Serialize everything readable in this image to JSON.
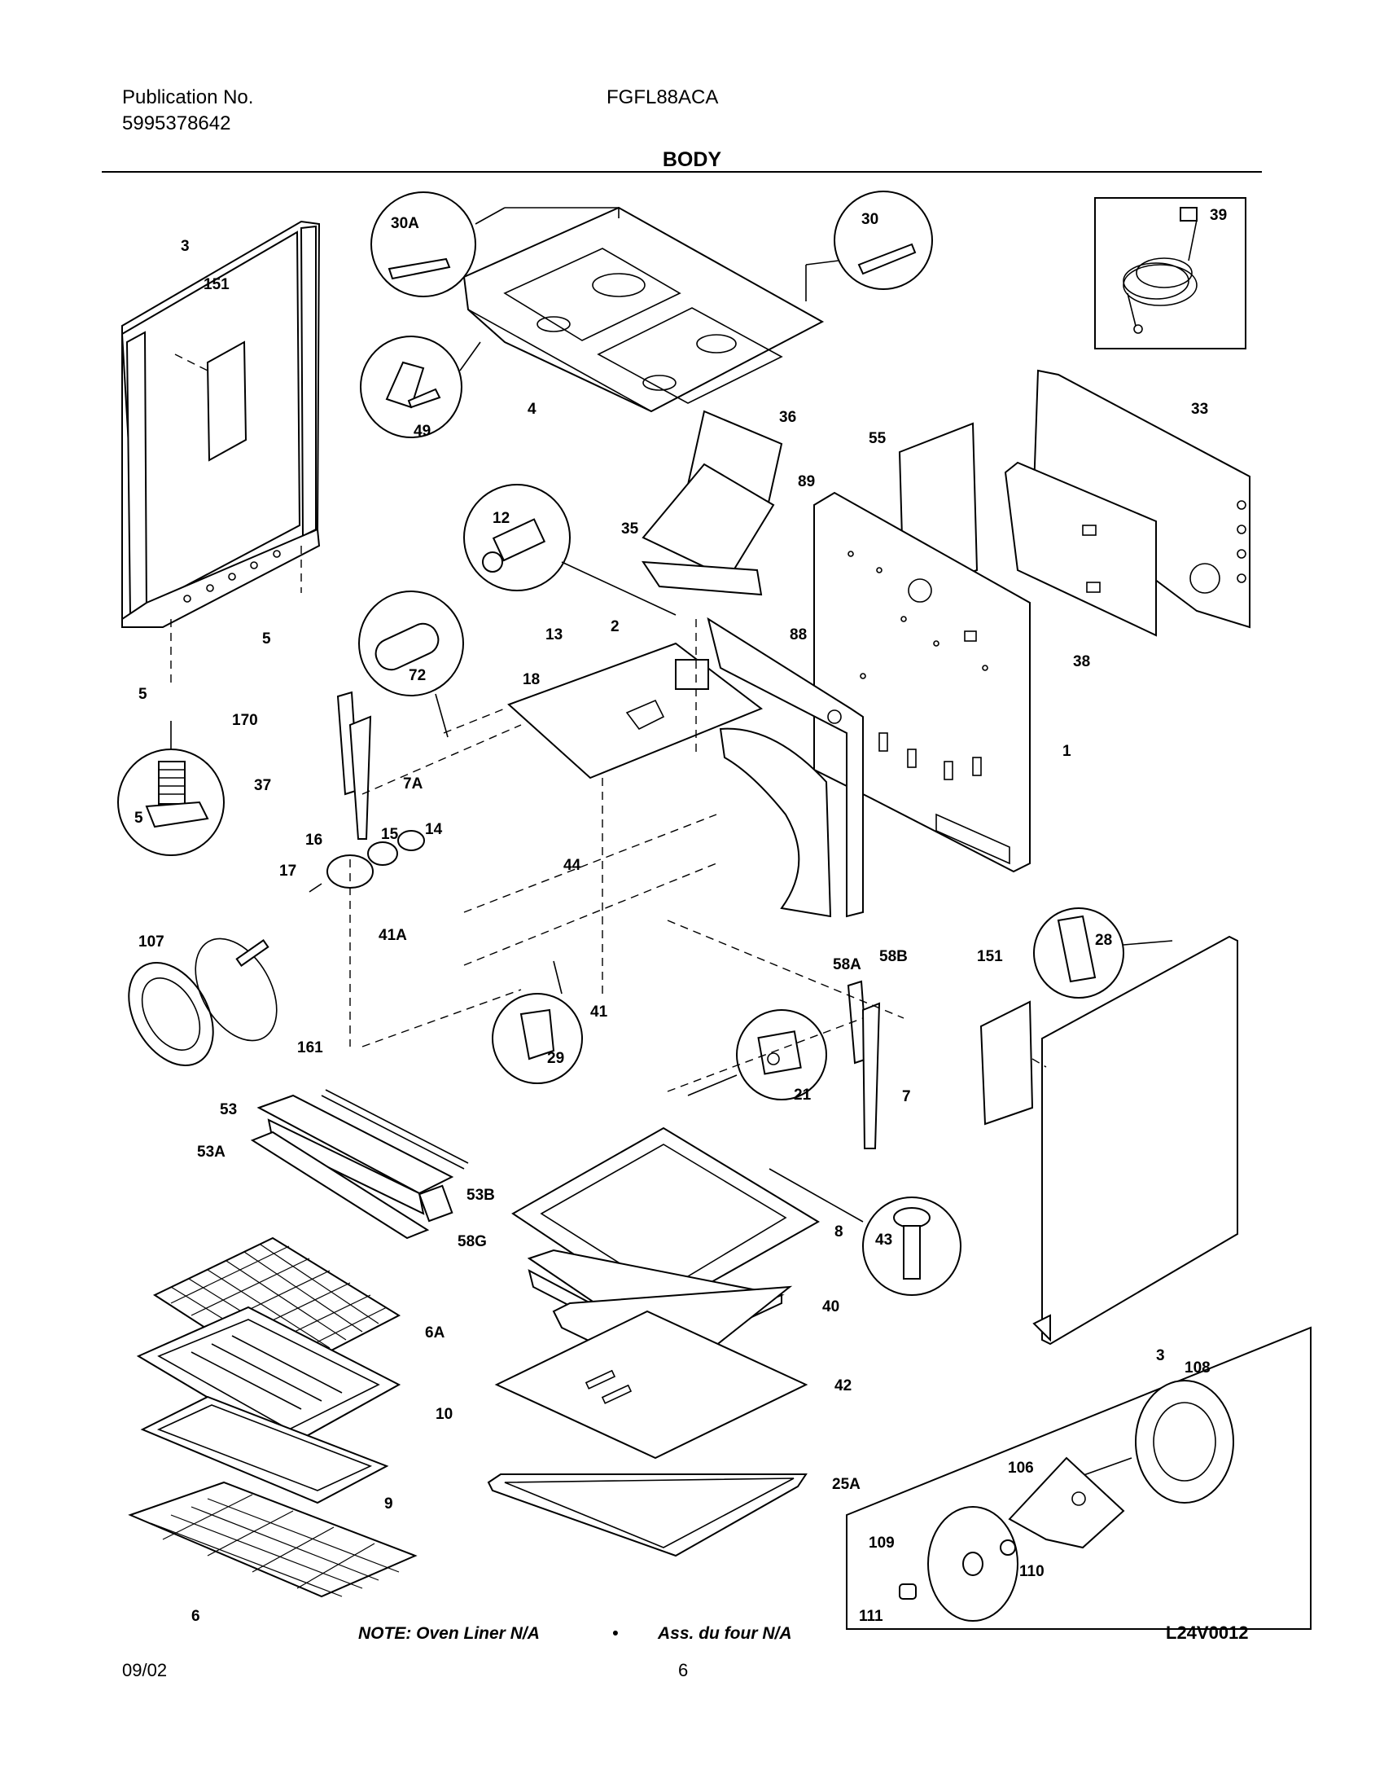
{
  "header": {
    "publication_label": "Publication No.",
    "publication_number": "5995378642",
    "model": "FGFL88ACA",
    "section_title": "BODY"
  },
  "part_labels": {
    "p3_top": "3",
    "p151_top": "151",
    "p30A": "30A",
    "p30": "30",
    "p39": "39",
    "p4": "4",
    "p49": "49",
    "p36": "36",
    "p33": "33",
    "p55": "55",
    "p12": "12",
    "p35": "35",
    "p89": "89",
    "p88": "88",
    "p38": "38",
    "p5_a": "5",
    "p5_b": "5",
    "p5_detail": "5",
    "p72": "72",
    "p2": "2",
    "p13": "13",
    "p18": "18",
    "p1": "1",
    "p170": "170",
    "p37": "37",
    "p7A": "7A",
    "p14": "14",
    "p15": "15",
    "p16": "16",
    "p17": "17",
    "p44": "44",
    "p41A": "41A",
    "p107": "107",
    "p58A": "58A",
    "p58B": "58B",
    "p151_right": "151",
    "p28": "28",
    "p161": "161",
    "p29": "29",
    "p41": "41",
    "p21": "21",
    "p7": "7",
    "p53": "53",
    "p53A": "53A",
    "p53B": "53B",
    "p58G": "58G",
    "p8": "8",
    "p43": "43",
    "p40": "40",
    "p6A": "6A",
    "p10": "10",
    "p42": "42",
    "p9": "9",
    "p25A": "25A",
    "p6": "6",
    "p3_right": "3",
    "p108": "108",
    "p106": "106",
    "p109": "109",
    "p110": "110",
    "p111": "111"
  },
  "note": {
    "left": "NOTE: Oven Liner N/A",
    "bullet": "•",
    "right": "Ass. du four N/A"
  },
  "drawing_code": "L24V0012",
  "footer": {
    "date": "09/02",
    "page": "6"
  }
}
